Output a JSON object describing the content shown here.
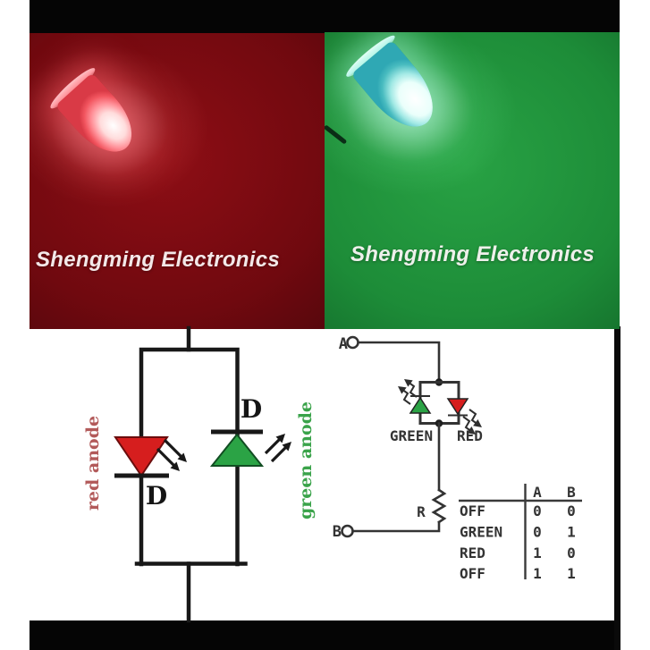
{
  "brand": "Shengming Electronics",
  "photos": {
    "red": {
      "watermark": "Shengming Electronics",
      "bg_color": "#70090f",
      "led_glow_color": "#ff5a64"
    },
    "green": {
      "watermark": "Shengming Electronics",
      "bg_color": "#1d8c38",
      "led_body_color": "#49bcc0"
    }
  },
  "left_diagram": {
    "red_diode_label": "D",
    "green_diode_label": "D",
    "red_anode_label": "red anode",
    "green_anode_label": "green anode",
    "red_fill": "#d61e1e",
    "green_fill": "#2ba345",
    "red_text_color": "#b25a5a",
    "green_text_color": "#3aa34a"
  },
  "right_diagram": {
    "terminal_a_label": "A",
    "terminal_b_label": "B",
    "resistor_label": "R",
    "green_led_label": "GREEN",
    "red_led_label": "RED"
  },
  "truth_table": {
    "columns": [
      "A",
      "B"
    ],
    "rows": [
      {
        "state": "OFF",
        "a": "0",
        "b": "0"
      },
      {
        "state": "GREEN",
        "a": "0",
        "b": "1"
      },
      {
        "state": "RED",
        "a": "1",
        "b": "0"
      },
      {
        "state": "OFF",
        "a": "1",
        "b": "1"
      }
    ]
  }
}
